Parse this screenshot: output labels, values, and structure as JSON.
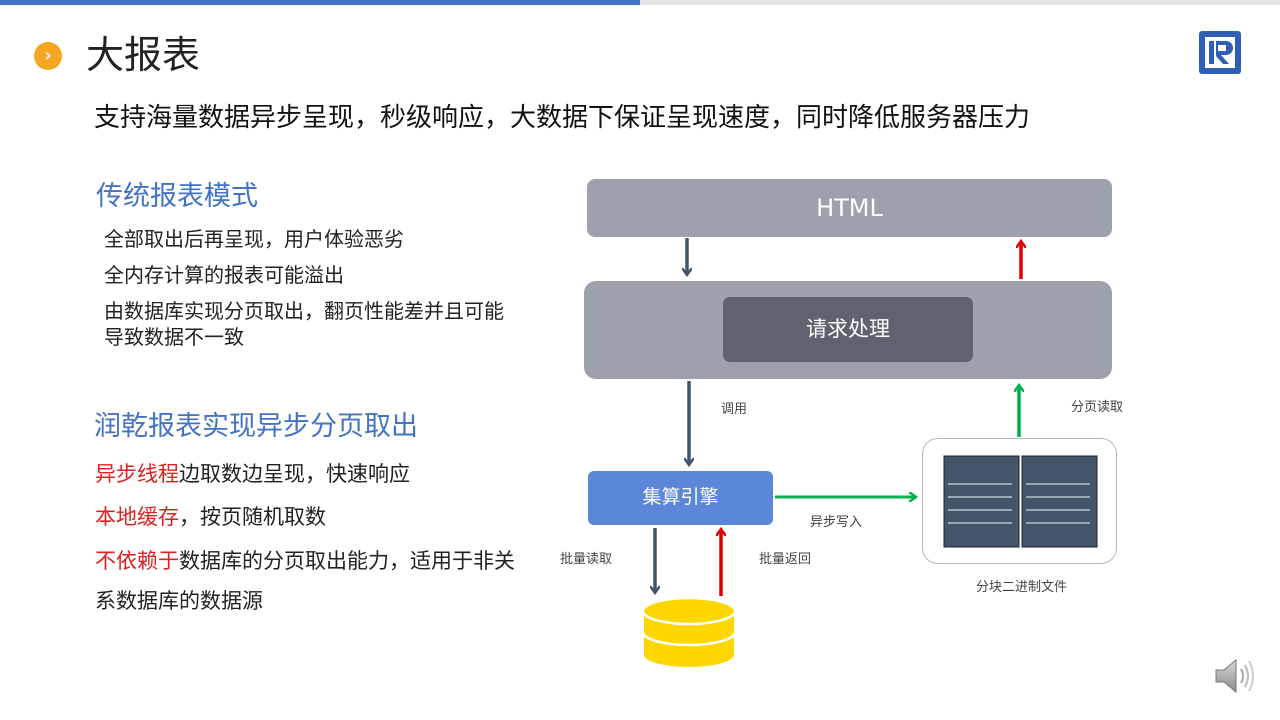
{
  "header": {
    "title": "大报表",
    "bullet_icon": "chevron-right-icon",
    "logo_icon": "r-logo-icon",
    "accent_color": "#4472c4",
    "bullet_color": "#f5a623"
  },
  "subtitle": "支持海量数据异步呈现，秒级响应，大数据下保证呈现速度，同时降低服务器压力",
  "traditional": {
    "heading": "传统报表模式",
    "items": [
      "全部取出后再呈现，用户体验恶劣",
      "全内存计算的报表可能溢出",
      "由数据库实现分页取出，翻页性能差并且可能导致数据不一致"
    ]
  },
  "runqian": {
    "heading": "润乾报表实现异步分页取出",
    "items": [
      {
        "highlight": "异步线程",
        "rest": "边取数边呈现，快速响应"
      },
      {
        "highlight": "本地缓存",
        "rest": "，按页随机取数"
      },
      {
        "highlight": "不依赖于",
        "rest": "数据库的分页取出能力，适用于非关"
      },
      {
        "highlight": "",
        "rest": "系数据库的数据源"
      }
    ]
  },
  "diagram": {
    "html_box": "HTML",
    "request_box": "请求处理",
    "engine_box": "集算引擎",
    "label_call": "调用",
    "label_page_read": "分页读取",
    "label_async_write": "异步写入",
    "label_batch_read": "批量读取",
    "label_batch_return": "批量返回",
    "label_files": "分块二进制文件",
    "colors": {
      "arrow_dark": "#44546a",
      "arrow_red": "#e00000",
      "arrow_green": "#00b050",
      "database": "#ffd700"
    }
  },
  "footer": {
    "speaker_icon": "speaker-icon"
  }
}
